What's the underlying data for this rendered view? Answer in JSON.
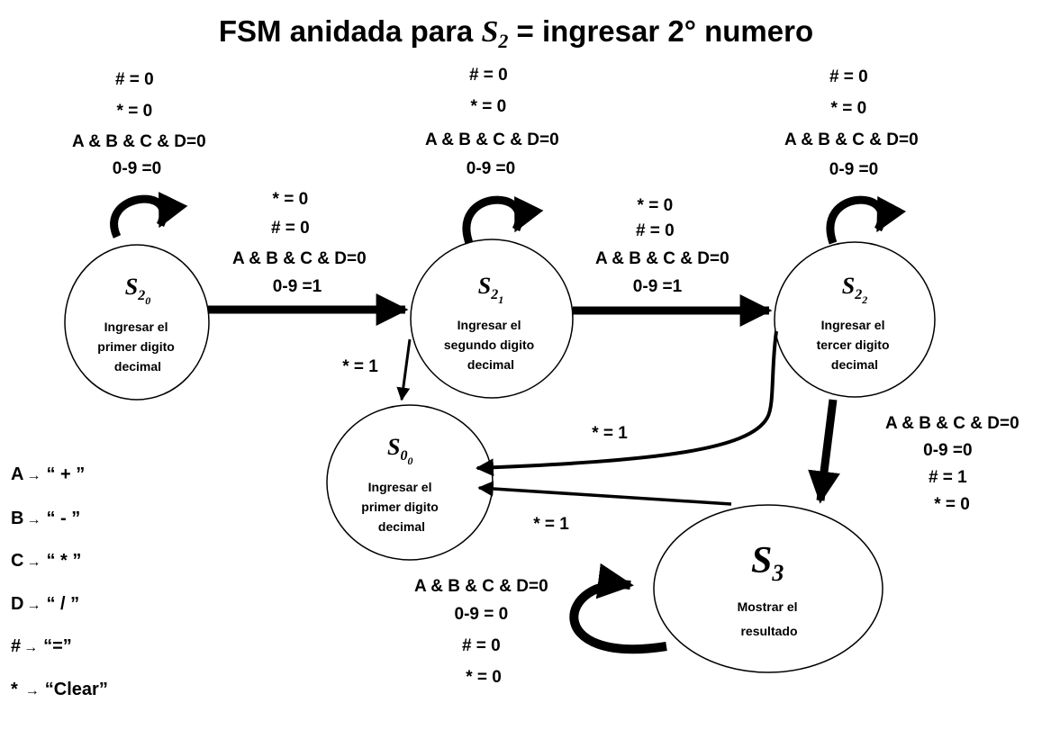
{
  "title": {
    "prefix": "FSM anidada para ",
    "var": "S",
    "sub": "2",
    "suffix": " = ingresar 2° numero"
  },
  "states": {
    "s20": {
      "name": "S",
      "sub": "2",
      "subsub": "0",
      "desc": [
        "Ingresar el",
        "primer digito",
        "decimal"
      ]
    },
    "s21": {
      "name": "S",
      "sub": "2",
      "subsub": "1",
      "desc": [
        "Ingresar el",
        "segundo digito",
        "decimal"
      ]
    },
    "s22": {
      "name": "S",
      "sub": "2",
      "subsub": "2",
      "desc": [
        "Ingresar el",
        "tercer digito",
        "decimal"
      ]
    },
    "s00": {
      "name": "S",
      "sub": "0",
      "subsub": "0",
      "desc": [
        "Ingresar el",
        "primer digito",
        "decimal"
      ]
    },
    "s3": {
      "name": "S",
      "sub": "3",
      "subsub": "",
      "desc": [
        "Mostrar el",
        "resultado"
      ]
    }
  },
  "labels": {
    "self_s20": [
      "# = 0",
      "* = 0",
      "A & B & C & D=0",
      "0-9 =0"
    ],
    "self_s21": [
      "# = 0",
      "* = 0",
      "A & B & C & D=0",
      "0-9 =0"
    ],
    "self_s22": [
      "# = 0",
      "* = 0",
      "A & B & C & D=0",
      "0-9 =0"
    ],
    "s20_to_s21": [
      "* = 0",
      "# = 0",
      "A & B & C & D=0",
      "0-9 =1"
    ],
    "s21_to_s22": [
      "* = 0",
      "# = 0",
      "A & B & C & D=0",
      "0-9 =1"
    ],
    "s21_to_s00": [
      "* = 1"
    ],
    "s22_to_s00": [
      "* = 1"
    ],
    "s3_to_s00": [
      "* = 1"
    ],
    "s22_to_s3": [
      "A & B & C & D=0",
      "0-9 =0",
      "# = 1",
      "* = 0"
    ],
    "self_s3": [
      "A & B & C & D=0",
      "0-9 = 0",
      "# = 0",
      "* = 0"
    ]
  },
  "legend": [
    {
      "key": "A",
      "arrow": "→",
      "value": "“ + ”"
    },
    {
      "key": "B",
      "arrow": "→",
      "value": "“ - ”"
    },
    {
      "key": "C",
      "arrow": "→",
      "value": "“ * ”"
    },
    {
      "key": "D",
      "arrow": "→",
      "value": "“ / ”"
    },
    {
      "key": "#",
      "arrow": "→",
      "value": "“=”"
    },
    {
      "key": "*",
      "arrow": "→",
      "value": "“Clear”"
    }
  ]
}
